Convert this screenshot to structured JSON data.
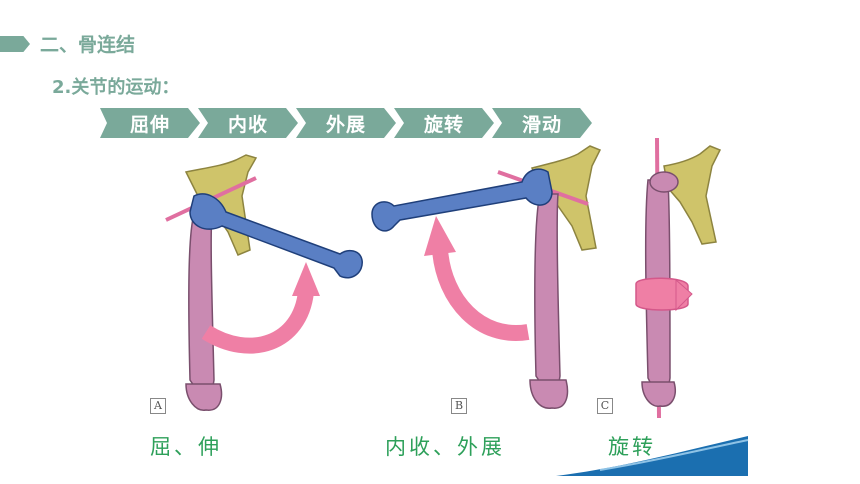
{
  "heading": {
    "section_title": "二、骨连结",
    "subtitle": "2.关节的运动："
  },
  "movements": [
    {
      "label": "屈伸"
    },
    {
      "label": "内收"
    },
    {
      "label": "外展"
    },
    {
      "label": "旋转"
    },
    {
      "label": "滑动"
    }
  ],
  "figure": {
    "panels": [
      {
        "letter": "A",
        "caption": "屈、伸"
      },
      {
        "letter": "B",
        "caption": "内收、外展"
      },
      {
        "letter": "C",
        "caption": "旋转"
      }
    ]
  },
  "colors": {
    "accent": "#7aa99a",
    "caption": "#2ea05a",
    "bone_blue": "#5a7fc4",
    "bone_pink": "#c98ab2",
    "arrow_pink": "#ef7fa5",
    "scapula": "#cfc46a",
    "wave_blue": "#1b6fb0"
  }
}
